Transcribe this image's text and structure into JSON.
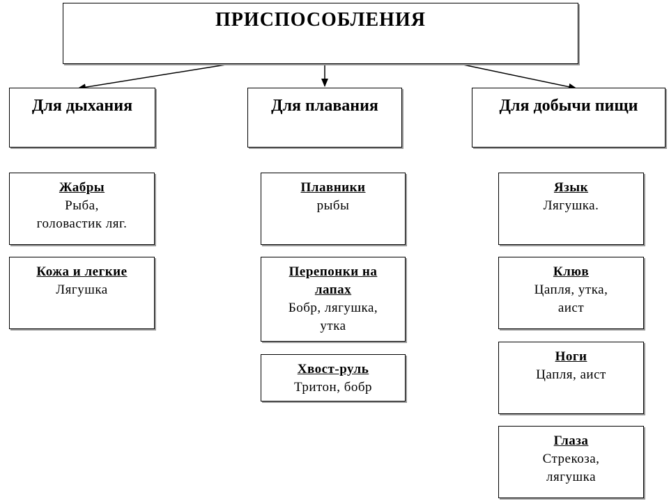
{
  "root": {
    "title": "ПРИСПОСОБЛЕНИЯ"
  },
  "categories": [
    {
      "title": "Для дыхания",
      "items": [
        {
          "head": "Жабры",
          "lines": [
            "Рыба,",
            "головастик ляг."
          ]
        },
        {
          "head": "Кожа и легкие",
          "lines": [
            "Лягушка"
          ]
        }
      ]
    },
    {
      "title": "Для плавания",
      "items": [
        {
          "head": "Плавники",
          "lines": [
            "рыбы"
          ]
        },
        {
          "head": "Перепонки на лапах",
          "lines": [
            "Бобр, лягушка,",
            "утка"
          ]
        },
        {
          "head": "Хвост-руль",
          "lines": [
            "Тритон, бобр"
          ]
        }
      ]
    },
    {
      "title": "Для добычи пищи",
      "items": [
        {
          "head": "Язык",
          "lines": [
            "Лягушка."
          ]
        },
        {
          "head": "Клюв",
          "lines": [
            "Цапля, утка,",
            "аист"
          ]
        },
        {
          "head": "Ноги",
          "lines": [
            "Цапля, аист"
          ]
        },
        {
          "head": "Глаза",
          "lines": [
            "Стрекоза,",
            "лягушка"
          ]
        }
      ]
    }
  ]
}
